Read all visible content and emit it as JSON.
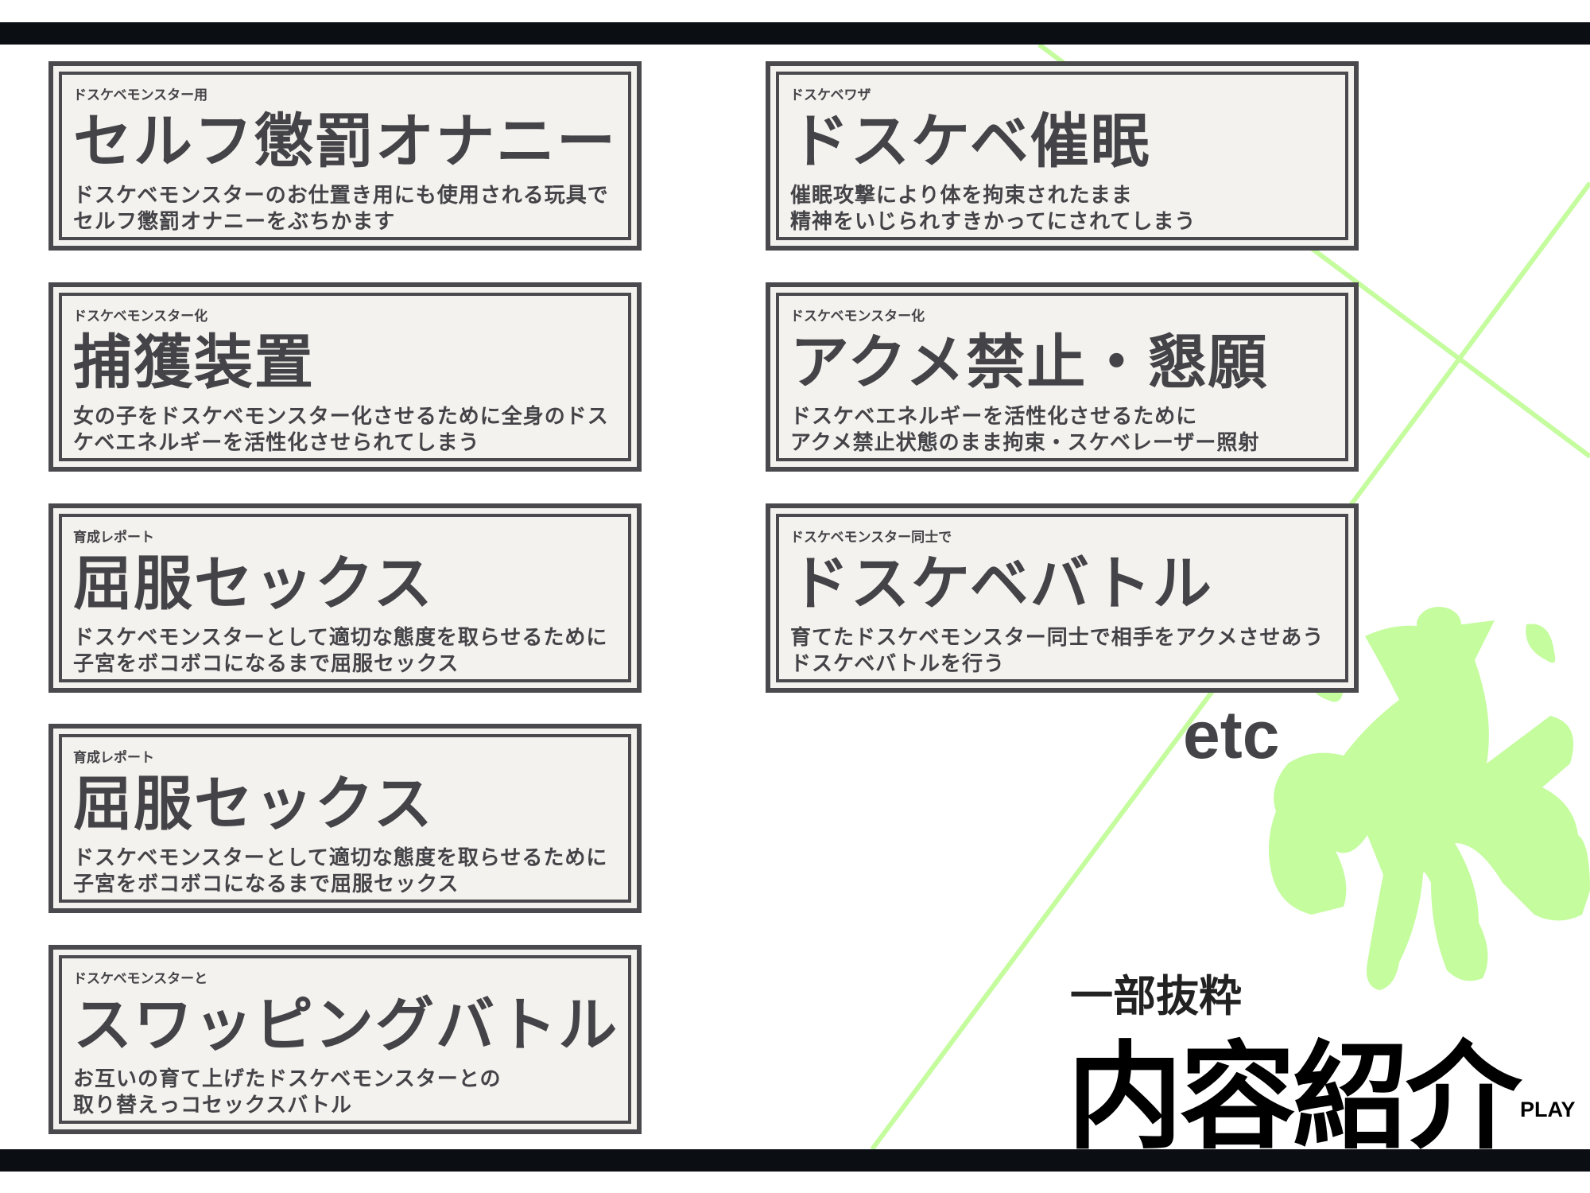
{
  "colors": {
    "accent_green": "#c4fc9e",
    "frame": "#4a4a4e",
    "card_bg": "#f4f2ee",
    "bar": "#0b0f14"
  },
  "cards": [
    {
      "label": "ドスケベモンスター用",
      "title": "セルフ懲罰オナニー",
      "desc": "ドスケベモンスターのお仕置き用にも使用される玩具で\nセルフ懲罰オナニーをぶちかます"
    },
    {
      "label": "ドスケベモンスター化",
      "title": "捕獲装置",
      "desc": "女の子をドスケベモンスター化させるために全身のドス\nケベエネルギーを活性化させられてしまう"
    },
    {
      "label": "育成レポート",
      "title": "屈服セックス",
      "desc": "ドスケベモンスターとして適切な態度を取らせるために\n子宮をボコボコになるまで屈服セックス"
    },
    {
      "label": "育成レポート",
      "title": "屈服セックス",
      "desc": "ドスケベモンスターとして適切な態度を取らせるために\n子宮をボコボコになるまで屈服セックス"
    },
    {
      "label": "ドスケベモンスターと",
      "title": "スワッピングバトル",
      "desc": "お互いの育て上げたドスケベモンスターとの\n取り替えっコセックスバトル"
    },
    {
      "label": "ドスケベワザ",
      "title": "ドスケベ催眠",
      "desc": "催眠攻撃により体を拘束されたまま\n精神をいじられすきかってにされてしまう"
    },
    {
      "label": "ドスケベモンスター化",
      "title": "アクメ禁止・懇願",
      "desc": "ドスケベエネルギーを活性化させるために\nアクメ禁止状態のまま拘束・スケベレーザー照射"
    },
    {
      "label": "ドスケベモンスター同士で",
      "title": "ドスケベバトル",
      "desc": "育てたドスケベモンスター同士で相手をアクメさせあう\nドスケベバトルを行う"
    }
  ],
  "etc": "etc",
  "heading": {
    "sub": "一部抜粋",
    "main": "内容紹介",
    "tag": "PLAY"
  }
}
